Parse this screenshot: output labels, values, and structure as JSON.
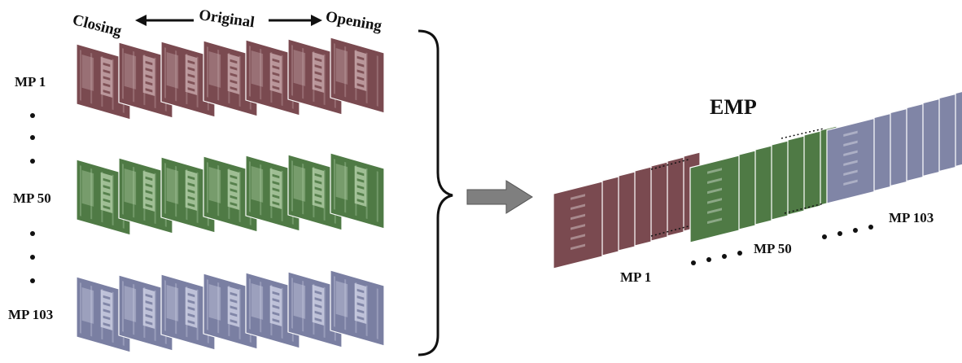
{
  "header": {
    "closing": "Closing",
    "original": "Original",
    "opening": "Opening"
  },
  "left_rows": [
    {
      "label": "MP 1",
      "tint": "#7a4a50",
      "grid": "#c9a9ad"
    },
    {
      "label": "MP 50",
      "tint": "#4f7a45",
      "grid": "#b3d0a8"
    },
    {
      "label": "MP 103",
      "tint": "#7a7fa2",
      "grid": "#cfd2e6"
    }
  ],
  "emp": {
    "title": "EMP",
    "stacks": [
      {
        "label": "MP 1",
        "tint": "#7a4a50"
      },
      {
        "label": "MP 50",
        "tint": "#4f7a45"
      },
      {
        "label": "MP 103",
        "tint": "#8085a6"
      }
    ]
  },
  "colors": {
    "arrow_fill": "#7f7f7f",
    "line": "#111111"
  },
  "icons": [
    "left-arrow-icon",
    "right-arrow-icon",
    "right-brace-icon",
    "block-arrow-icon"
  ]
}
